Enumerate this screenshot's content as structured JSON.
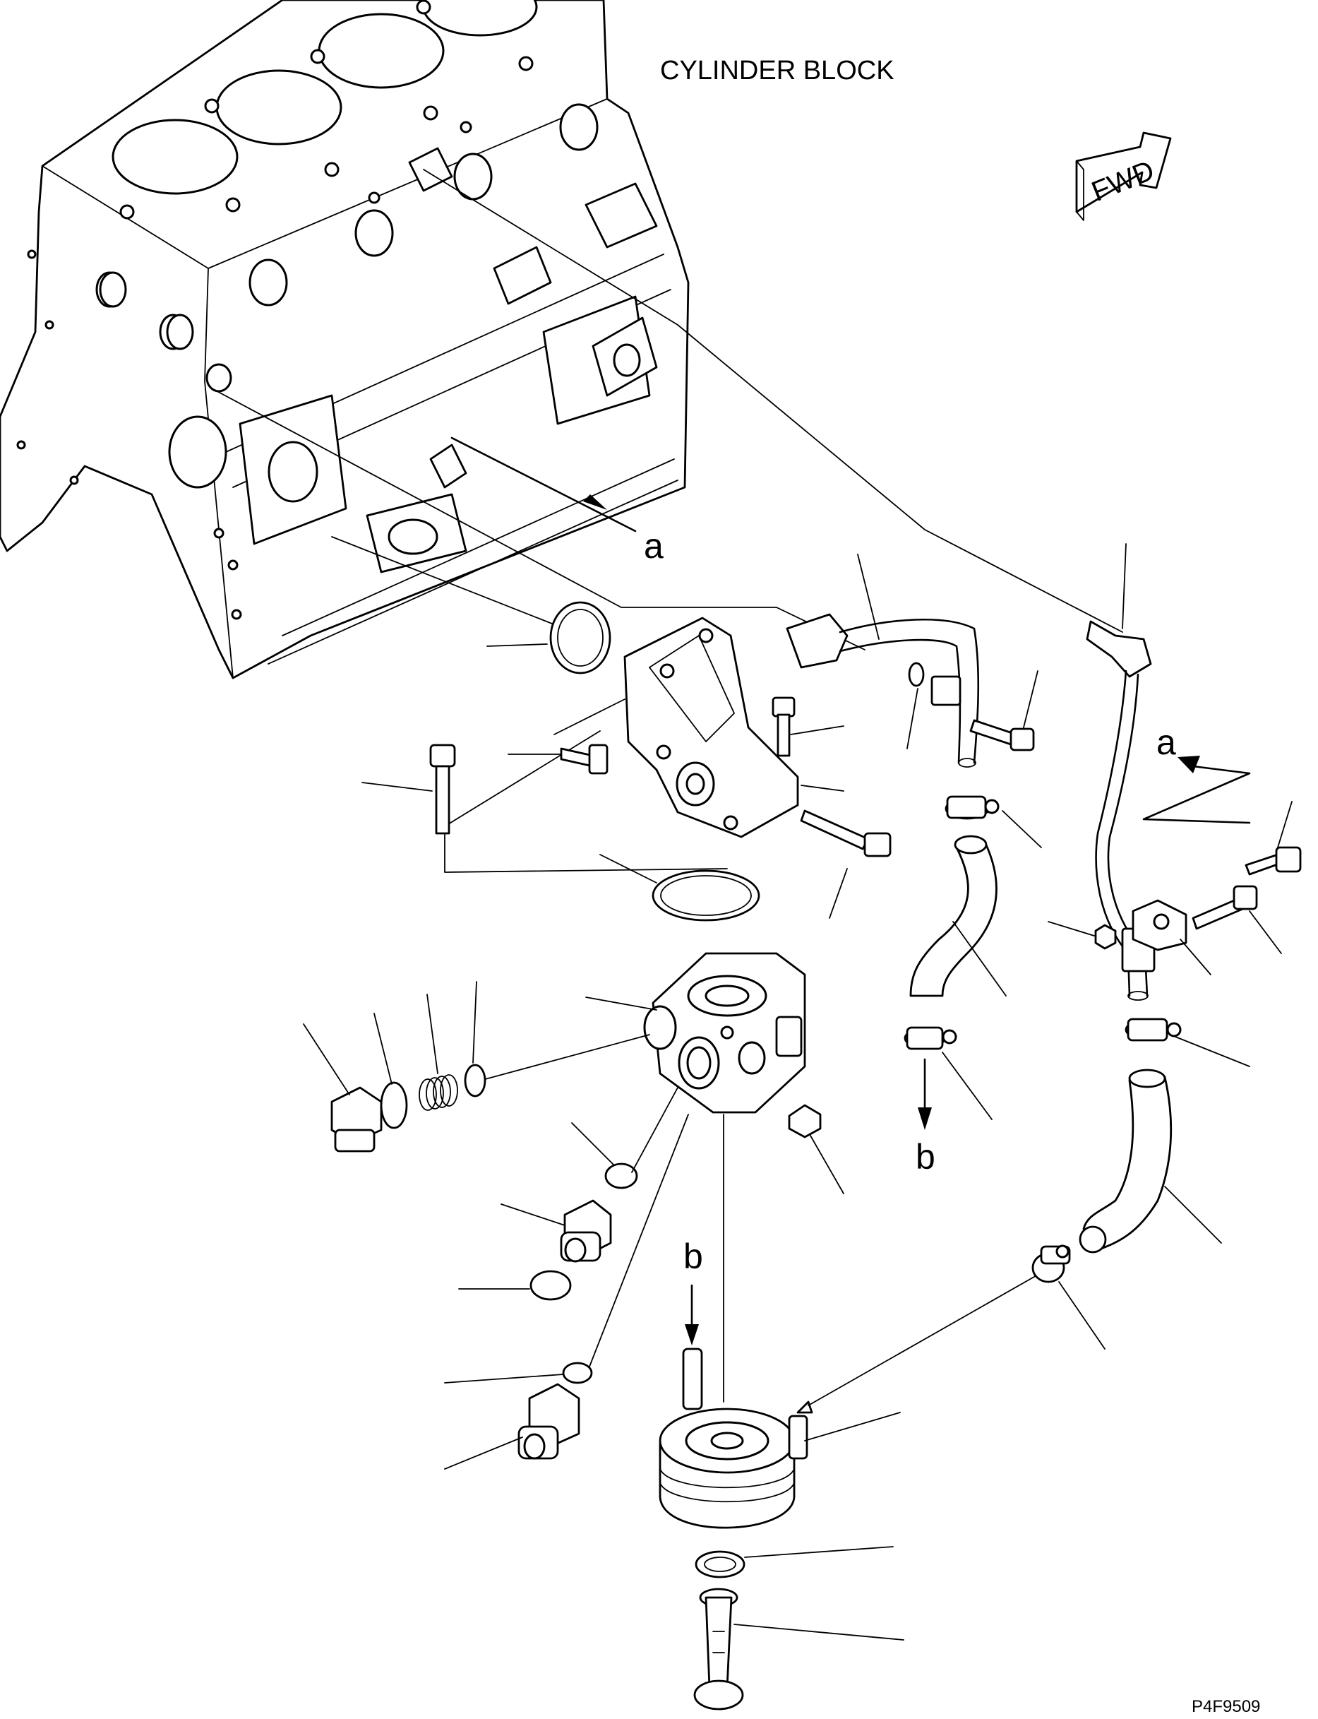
{
  "diagram": {
    "header_label": "CYLINDER BLOCK",
    "fwd_label": "FWD",
    "ref_a_top": "a",
    "ref_a_right": "a",
    "ref_b_mid": "b",
    "ref_b_bottom": "b",
    "figure_code": "P4F9509"
  }
}
